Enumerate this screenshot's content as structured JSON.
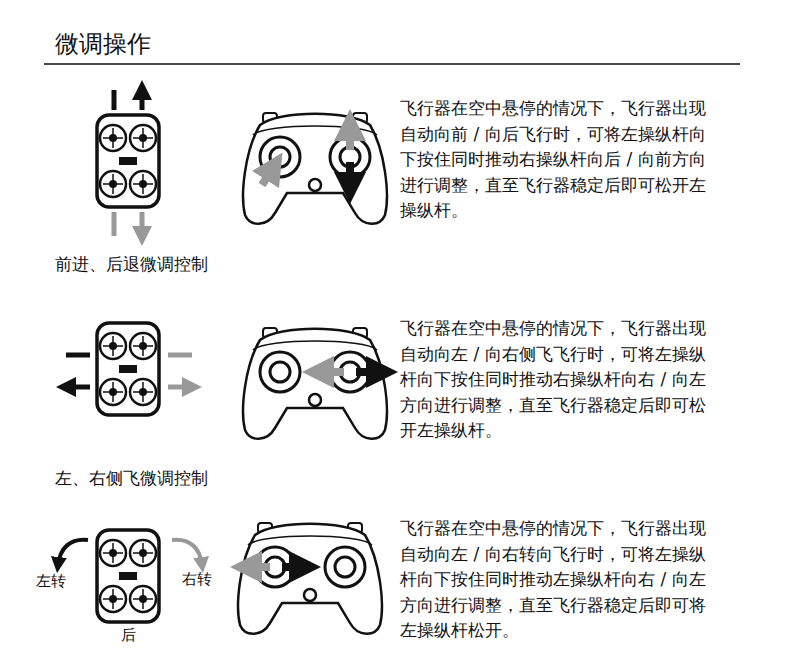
{
  "diagram": {
    "title": "微调操作",
    "labels": [
      "飞行器在空中悬停的情况下，飞行器出现自动向前 / 向后飞行时，可将左操纵杆向下按住同时推动右操纵杆向后 / 向前方向进行调整，直至飞行器稳定后即可松开左操纵杆。",
      "前进、后退微调控制",
      "飞行器在空中悬停的情况下，飞行器出现自动向左 / 向右侧飞飞行时，可将左操纵杆向下按住同时推动右操纵杆向右 / 向左方向进行调整，直至飞行器稳定后即可松开左操纵杆。",
      "左、右侧飞微调控制",
      "左转",
      "右转",
      "后",
      "飞行器在空中悬停的情况下，飞行器出现自动向左 / 向右转向飞行时，可将左操纵杆向下按住同时推动左操纵杆向右 / 向左方向进行调整，直至飞行器稳定后即可将左操纵杆松开。"
    ]
  }
}
